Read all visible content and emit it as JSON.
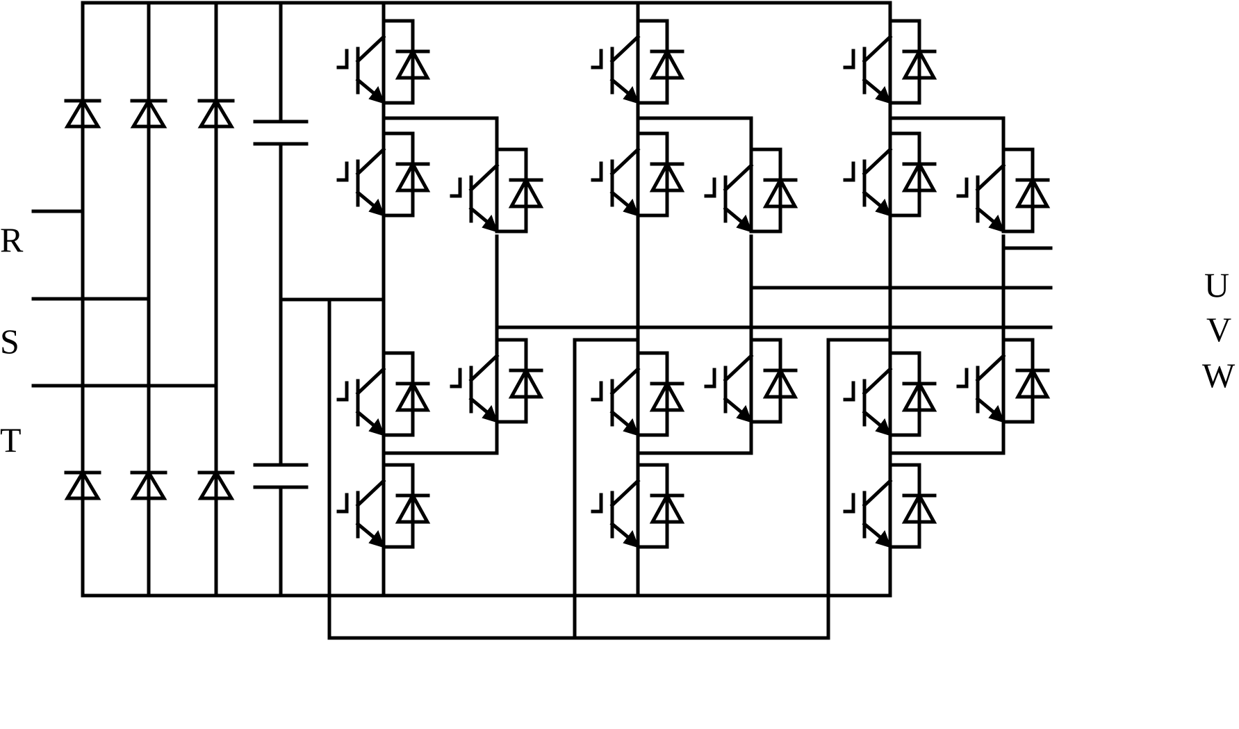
{
  "terminals": {
    "inputs": {
      "R": "R",
      "S": "S",
      "T": "T"
    },
    "outputs": {
      "U": "U",
      "V": "V",
      "W": "W"
    }
  },
  "components": {
    "rectifier_diodes": 6,
    "dc_link_capacitors": 2,
    "igbt_switches": 18
  },
  "colors": {
    "line": "#000000",
    "background": "#ffffff"
  }
}
